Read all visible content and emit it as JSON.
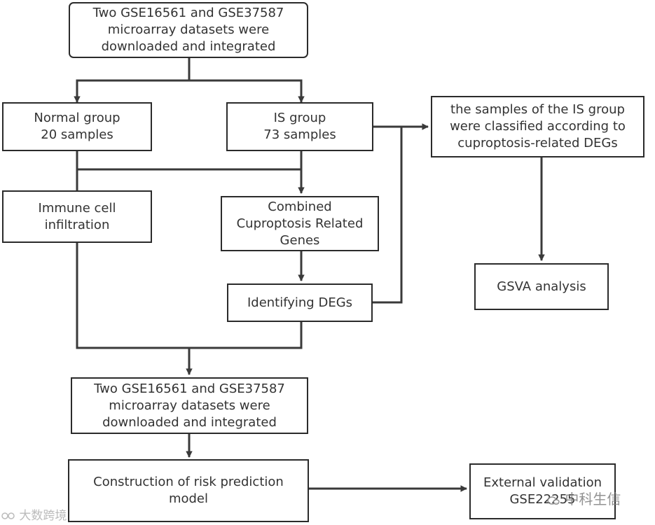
{
  "nodes": {
    "top": "Two GSE16561 and GSE37587\nmicroarray datasets were\ndownloaded and integrated",
    "normal": "Normal group\n20 samples",
    "is_group": "IS group\n73 samples",
    "classified": "the samples of the IS group\nwere classified according to\ncuproptosis-related DEGs",
    "immune": "Immune cell\ninfiltration",
    "combined": "Combined\nCuproptosis Related\nGenes",
    "gsva": "GSVA analysis",
    "degs": "Identifying DEGs",
    "middle": "Two GSE16561 and GSE37587\nmicroarray datasets were\ndownloaded and integrated",
    "risk": "Construction of risk prediction\nmodel",
    "external": "External validation\nGSE22255"
  },
  "watermarks": {
    "left": "大数跨境",
    "right": "中科生信"
  },
  "colors": {
    "line": "#3a3a3a",
    "border": "#2b2b2b",
    "text": "#333333"
  }
}
